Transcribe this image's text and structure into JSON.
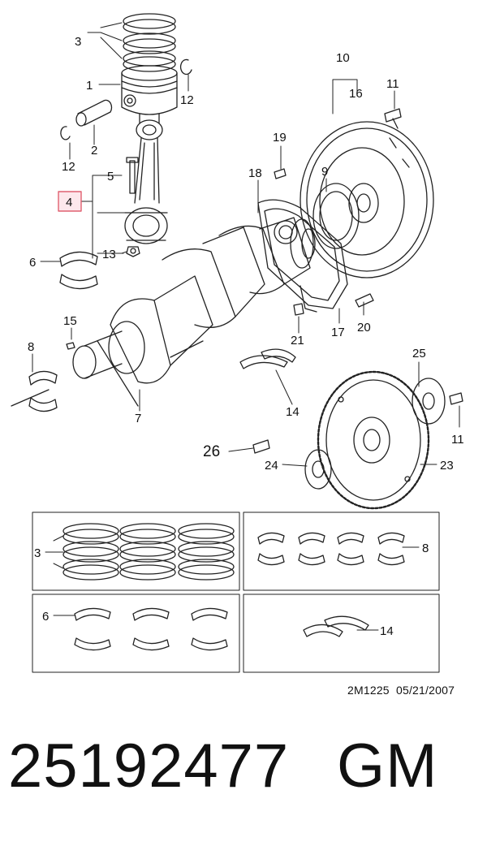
{
  "diagram": {
    "callouts": {
      "c3_top": "3",
      "c1": "1",
      "c12_right": "12",
      "c2": "2",
      "c12_left": "12",
      "c4": "4",
      "c5": "5",
      "c6_main": "6",
      "c13": "13",
      "c15": "15",
      "c8_main": "8",
      "c7": "7",
      "c10": "10",
      "c11_top": "11",
      "c16": "16",
      "c19": "19",
      "c18": "18",
      "c9": "9",
      "c21": "21",
      "c17": "17",
      "c20": "20",
      "c14_main": "14",
      "c25": "25",
      "c11_bottom": "11",
      "c26": "26",
      "c24": "24",
      "c23": "23"
    },
    "detail_boxes": {
      "rings_label": "3",
      "bearings_label": "8",
      "conrod_bearings_label": "6",
      "thrust_label": "14"
    },
    "highlight_color": "#e06070"
  },
  "footer": {
    "diagram_code": "2M1225",
    "diagram_date": "05/21/2007"
  },
  "part": {
    "number": "25192477",
    "brand": "GM"
  }
}
